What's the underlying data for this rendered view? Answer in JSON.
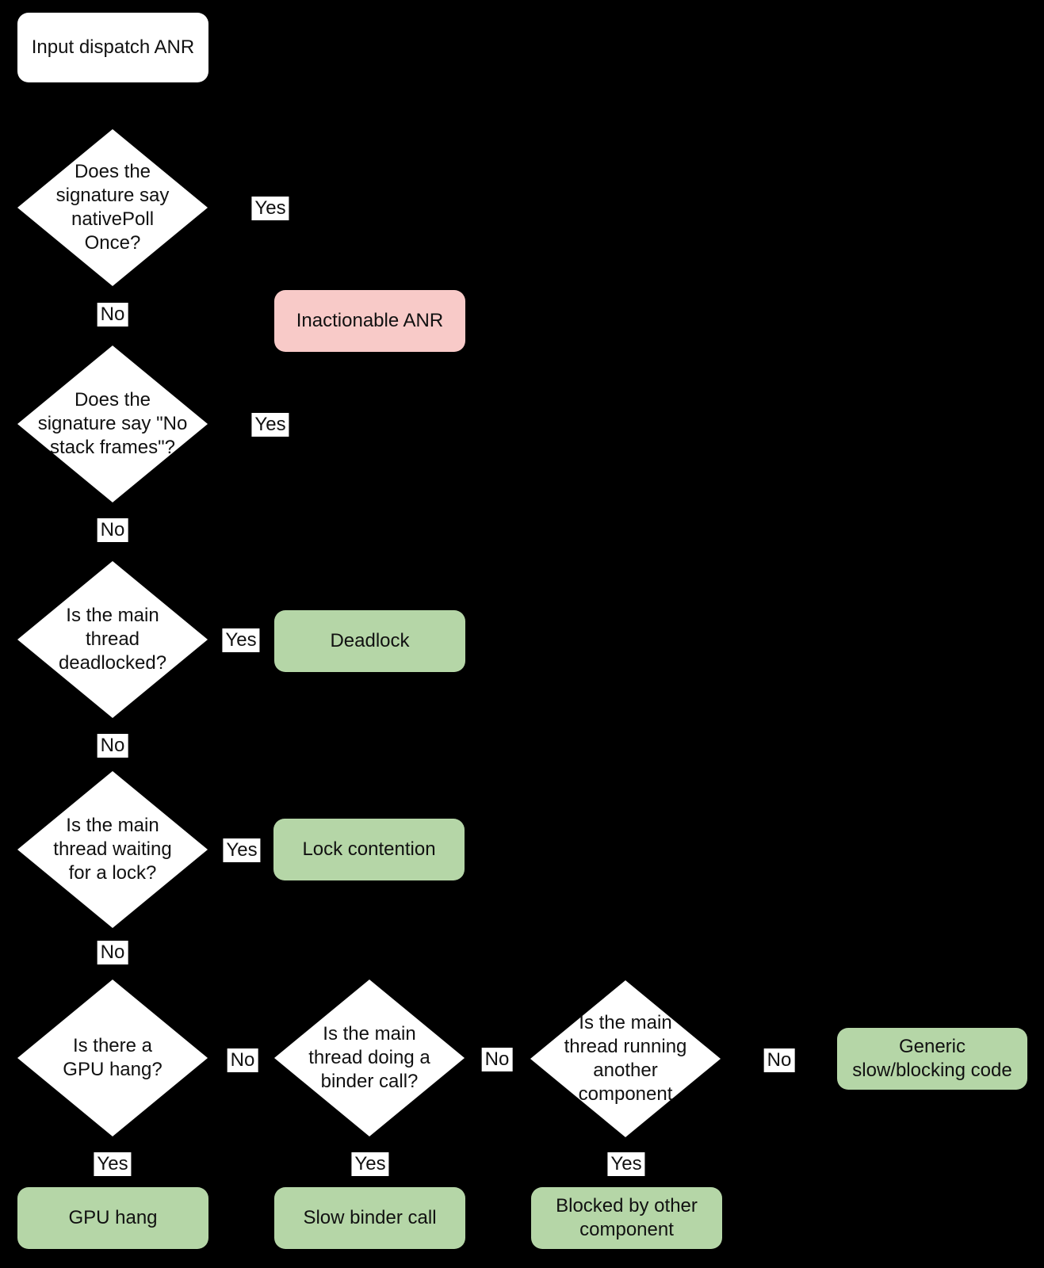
{
  "colors": {
    "background": "#000000",
    "node_fill": "#ffffff",
    "outcome_good": "#b5d6a7",
    "outcome_bad": "#f8cac8",
    "text": "#111111"
  },
  "nodes": {
    "start": {
      "label": "Input dispatch ANR"
    },
    "d1": {
      "label": "Does the\nsignature say\nnativePoll\nOnce?"
    },
    "d2": {
      "label": "Does the\nsignature say \"No\nstack frames\"?"
    },
    "d3": {
      "label": "Is the main\nthread\ndeadlocked?"
    },
    "d4": {
      "label": "Is the main\nthread waiting\nfor a lock?"
    },
    "d5": {
      "label": "Is there a\nGPU hang?"
    },
    "d6": {
      "label": "Is the main\nthread doing a\nbinder call?"
    },
    "d7": {
      "label": "Is the main\nthread running\nanother\ncomponent"
    },
    "inactionable": {
      "label": "Inactionable ANR",
      "kind": "inactionable"
    },
    "deadlock": {
      "label": "Deadlock",
      "kind": "outcome"
    },
    "lock_contention": {
      "label": "Lock contention",
      "kind": "outcome"
    },
    "gpu_hang": {
      "label": "GPU hang",
      "kind": "outcome"
    },
    "slow_binder": {
      "label": "Slow binder call",
      "kind": "outcome"
    },
    "blocked_other": {
      "label": "Blocked by other\ncomponent",
      "kind": "outcome"
    },
    "generic_slow": {
      "label": "Generic\nslow/blocking code",
      "kind": "outcome"
    }
  },
  "edges": {
    "d1_yes": "Yes",
    "d1_no": "No",
    "d2_yes": "Yes",
    "d2_no": "No",
    "d3_yes": "Yes",
    "d3_no": "No",
    "d4_yes": "Yes",
    "d4_no": "No",
    "d5_no": "No",
    "d5_yes": "Yes",
    "d6_no": "No",
    "d6_yes": "Yes",
    "d7_no": "No",
    "d7_yes": "Yes"
  }
}
